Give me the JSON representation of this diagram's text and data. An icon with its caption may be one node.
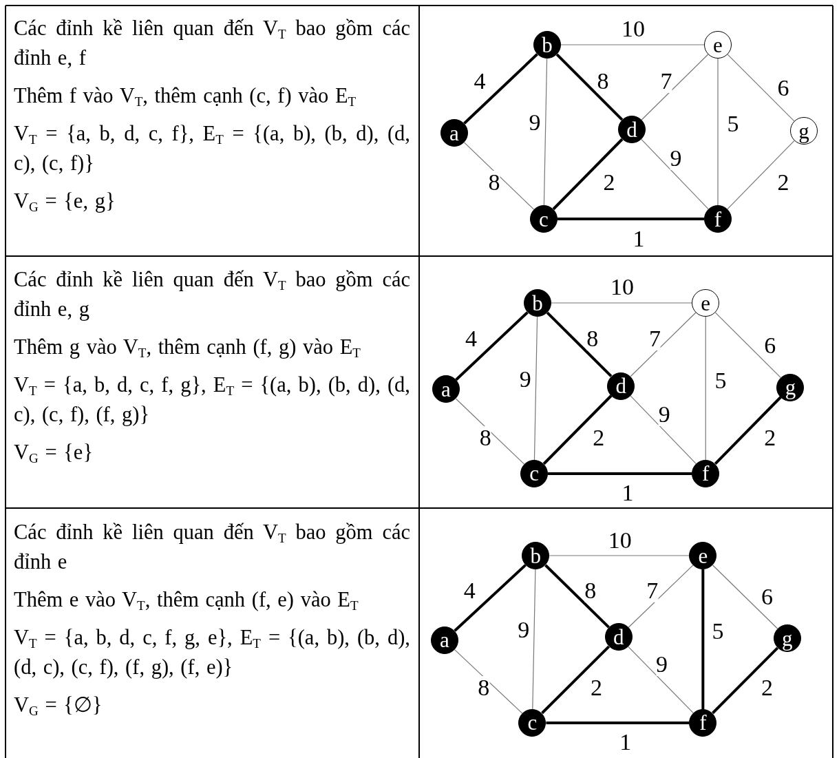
{
  "diagram": {
    "nodes": [
      {
        "text": [
          "a"
        ]
      },
      {
        "text": [
          "b"
        ]
      },
      {
        "text": [
          "c"
        ]
      },
      {
        "text": [
          "d"
        ]
      },
      {
        "text": [
          "e"
        ]
      },
      {
        "text": [
          "f"
        ]
      },
      {
        "text": [
          "g"
        ]
      },
      {
        "text": [
          "a"
        ]
      },
      {
        "text": [
          "b"
        ]
      },
      {
        "text": [
          "c"
        ]
      },
      {
        "text": [
          "d"
        ]
      },
      {
        "text": [
          "e"
        ]
      },
      {
        "text": [
          "f"
        ]
      },
      {
        "text": [
          "g"
        ]
      },
      {
        "text": [
          "a"
        ]
      },
      {
        "text": [
          "b"
        ]
      },
      {
        "text": [
          "c"
        ]
      },
      {
        "text": [
          "d"
        ]
      },
      {
        "text": [
          "e"
        ]
      },
      {
        "text": [
          "f"
        ]
      },
      {
        "text": [
          "g"
        ]
      }
    ],
    "edges": [
      {
        "from": 0,
        "to": 1,
        "arrow": "none",
        "label": "4",
        "style": "thick",
        "color": "#000000"
      },
      {
        "from": 0,
        "to": 2,
        "arrow": "none",
        "label": "8"
      },
      {
        "from": 1,
        "to": 2,
        "arrow": "none",
        "label": "9"
      },
      {
        "from": 1,
        "to": 3,
        "arrow": "none",
        "label": "8",
        "style": "thick",
        "color": "#000000"
      },
      {
        "from": 1,
        "to": 4,
        "arrow": "none",
        "label": "10"
      },
      {
        "from": 2,
        "to": 3,
        "arrow": "none",
        "label": "2",
        "style": "thick",
        "color": "#000000"
      },
      {
        "from": 2,
        "to": 5,
        "arrow": "none",
        "label": "1",
        "style": "thick",
        "color": "#000000"
      },
      {
        "from": 3,
        "to": 4,
        "arrow": "none",
        "label": "7"
      },
      {
        "from": 3,
        "to": 5,
        "arrow": "none",
        "label": "9"
      },
      {
        "from": 4,
        "to": 5,
        "arrow": "none",
        "label": "5"
      },
      {
        "from": 4,
        "to": 6,
        "arrow": "none",
        "label": "6"
      },
      {
        "from": 5,
        "to": 6,
        "arrow": "none",
        "label": "2"
      },
      {
        "from": 7,
        "to": 8,
        "arrow": "none",
        "label": "4",
        "style": "thick",
        "color": "#000000"
      },
      {
        "from": 7,
        "to": 9,
        "arrow": "none",
        "label": "8"
      },
      {
        "from": 8,
        "to": 9,
        "arrow": "none",
        "label": "9"
      },
      {
        "from": 8,
        "to": 10,
        "arrow": "none",
        "label": "8",
        "style": "thick",
        "color": "#000000"
      },
      {
        "from": 8,
        "to": 11,
        "arrow": "none",
        "label": "10"
      },
      {
        "from": 9,
        "to": 10,
        "arrow": "none",
        "label": "2",
        "style": "thick",
        "color": "#000000"
      },
      {
        "from": 9,
        "to": 12,
        "arrow": "none",
        "label": "1",
        "style": "thick",
        "color": "#000000"
      },
      {
        "from": 10,
        "to": 11,
        "arrow": "none",
        "label": "7"
      },
      {
        "from": 10,
        "to": 12,
        "arrow": "none",
        "label": "9"
      },
      {
        "from": 11,
        "to": 12,
        "arrow": "none",
        "label": "5"
      },
      {
        "from": 11,
        "to": 13,
        "arrow": "none",
        "label": "6"
      },
      {
        "from": 12,
        "to": 13,
        "arrow": "none",
        "label": "2",
        "style": "thick",
        "color": "#000000"
      },
      {
        "from": 14,
        "to": 15,
        "arrow": "none",
        "label": "4",
        "style": "thick",
        "color": "#000000"
      },
      {
        "from": 14,
        "to": 16,
        "arrow": "none",
        "label": "8"
      },
      {
        "from": 15,
        "to": 16,
        "arrow": "none",
        "label": "9"
      },
      {
        "from": 15,
        "to": 17,
        "arrow": "none",
        "label": "8",
        "style": "thick",
        "color": "#000000"
      },
      {
        "from": 15,
        "to": 18,
        "arrow": "none",
        "label": "10"
      },
      {
        "from": 16,
        "to": 17,
        "arrow": "none",
        "label": "2",
        "style": "thick",
        "color": "#000000"
      },
      {
        "from": 16,
        "to": 19,
        "arrow": "none",
        "label": "1",
        "style": "thick",
        "color": "#000000"
      },
      {
        "from": 17,
        "to": 18,
        "arrow": "none",
        "label": "7"
      },
      {
        "from": 17,
        "to": 19,
        "arrow": "none",
        "label": "9"
      },
      {
        "from": 18,
        "to": 19,
        "arrow": "none",
        "label": "5",
        "style": "thick",
        "color": "#000000"
      },
      {
        "from": 18,
        "to": 20,
        "arrow": "none",
        "label": "6"
      },
      {
        "from": 19,
        "to": 20,
        "arrow": "none",
        "label": "2",
        "style": "thick",
        "color": "#000000"
      }
    ],
    "labels": [
      "Các đỉnh kề liên quan đến V$_{T}$ bao gồm các đỉnh e, f",
      "Thêm f vào V$_{T}$, thêm cạnh (c, f) vào E$_{T}$",
      "V$_{T}$ = {a, b, d, c, f}, E$_{T}$ = {(a, b), (b, d), (d, c), (c, f)}",
      "V$_{G}$ = {e, g}",
      "Các đỉnh kề liên quan đến V$_{T}$ bao gồm các đỉnh e, g",
      "Thêm g vào V$_{T}$, thêm cạnh (f, g) vào E$_{T}$",
      "V$_{T}$ = {a, b, d, c, f, g}, E$_{T}$ = {(a, b), (b, d), (d, c), (c, f), (f, g)}",
      "V$_{G}$ = {e}",
      "Các đỉnh kề liên quan đến V$_{T}$ bao gồm các đỉnh e",
      "Thêm e vào V$_{T}$, thêm cạnh (f, e) vào E$_{T}$",
      "V$_{T}$ = {a, b, d, c, f, g, e}, E$_{T}$ = {(a, b), (b, d), (d, c), (c, f), (f, g), (f, e)}",
      "V$_{G}$ = {∅}"
    ]
  }
}
